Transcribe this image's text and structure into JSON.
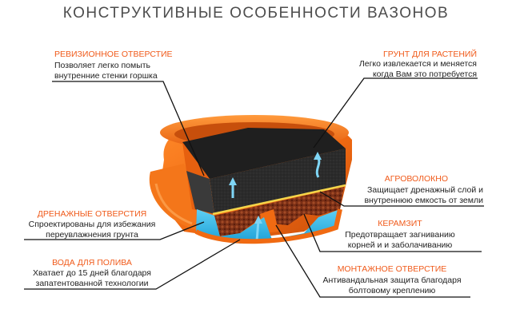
{
  "title": "КОНСТРУКТИВНЫЕ ОСОБЕННОСТИ ВАЗОНОВ",
  "colors": {
    "accent": "#f05a1a",
    "pot_orange": "#f06a12",
    "pot_dark": "#c2470b",
    "soil": "#2a2a2a",
    "water": "#2fb7e5",
    "clay": "#8a3a1f"
  },
  "callouts": {
    "inspection": {
      "title": "Ревизионное отверстие",
      "line1": "Позволяет легко помыть",
      "line2": "внутренние стенки горшка"
    },
    "soil": {
      "title": "Грунт для растений",
      "line1": "Легко извлекается и меняется",
      "line2": "когда Вам это потребуется"
    },
    "agrofiber": {
      "title": "Агроволокно",
      "line1": "Защищает дренажный слой и",
      "line2": "внутреннюю емкость от земли"
    },
    "drainage": {
      "title": "Дренажные отверстия",
      "line1": "Спроектированы для избежания",
      "line2": "переувлажнения грунта"
    },
    "claydite": {
      "title": "Керамзит",
      "line1": "Предотвращает загниванию",
      "line2": "корней и и заболачиванию"
    },
    "watering": {
      "title": "Вода для полива",
      "line1": "Хватает до 15 дней благодаря",
      "line2": "запатентованной технологии"
    },
    "mounting": {
      "title": "Монтажное отверстие",
      "line1": "Антивандальная защита благодаря",
      "line2": "болтовому креплению"
    }
  }
}
